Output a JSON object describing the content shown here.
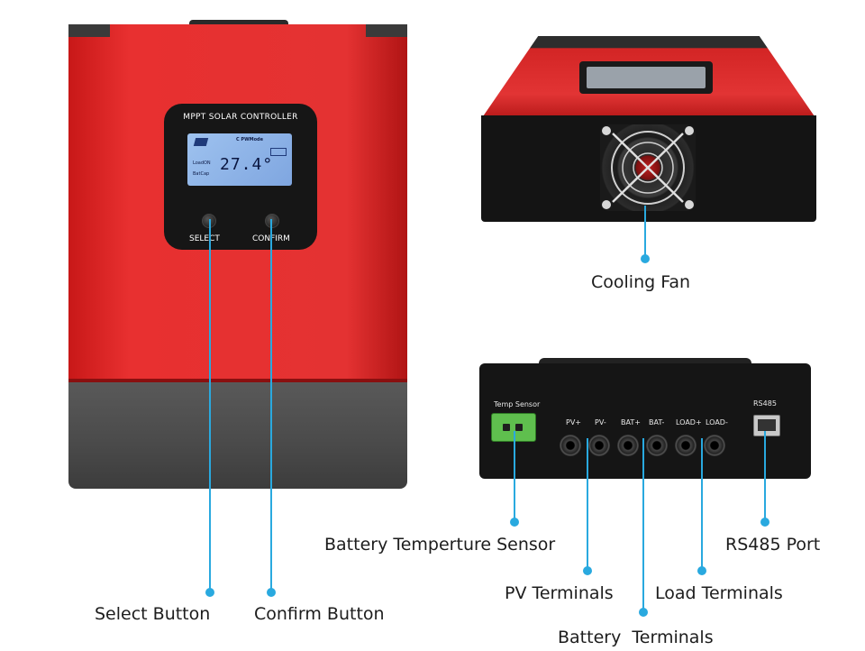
{
  "front": {
    "panel_title": "MPPT SOLAR CONTROLLER",
    "lcd_mode": "C  PWMode",
    "lcd_load": "LoadON",
    "lcd_battery": "BatCap",
    "lcd_value": "27.4°",
    "select_label": "SELECT",
    "confirm_label": "CONFIRM"
  },
  "terminal_panel": {
    "temp_sensor_label": "Temp Sensor",
    "rs485_label": "RS485",
    "terminals": [
      "PV+",
      "PV-",
      "BAT+",
      "BAT-",
      "LOAD+",
      "LOAD-"
    ]
  },
  "callouts": {
    "cooling_fan": "Cooling Fan",
    "battery_temp_sensor": "Battery Temperture Sensor",
    "rs485_port": "RS485 Port",
    "pv_terminals": "PV Terminals",
    "load_terminals": "Load Terminals",
    "battery_terminals": "Battery  Terminals",
    "select_button": "Select Button",
    "confirm_button": "Confirm Button"
  },
  "colors": {
    "callout": "#29a9df",
    "housing_red": "#e23434",
    "housing_dark": "#3c3c3c"
  }
}
